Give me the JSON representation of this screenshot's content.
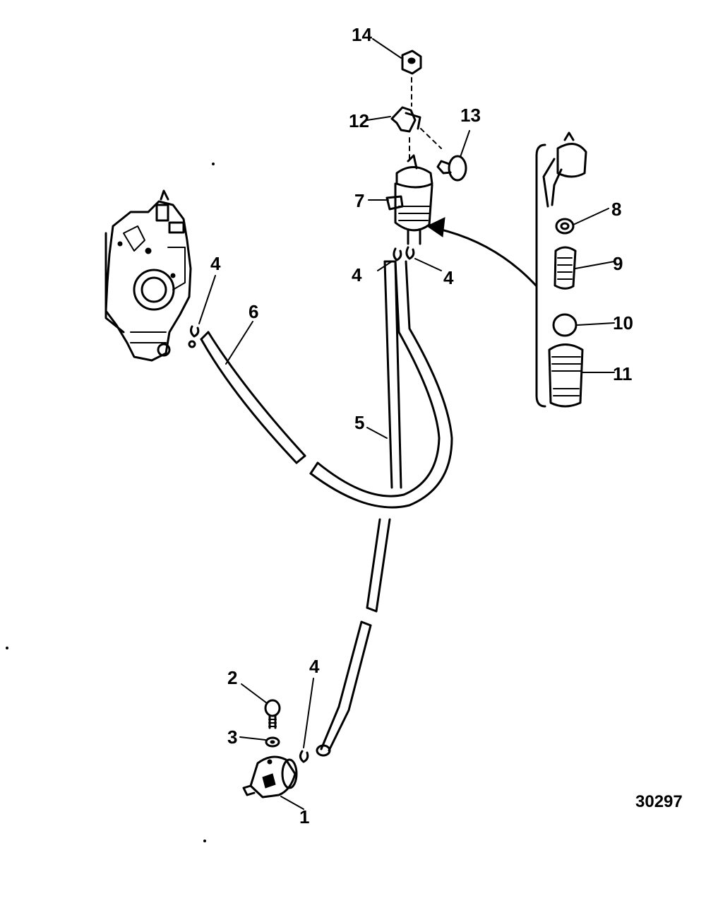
{
  "diagram": {
    "reference_code": "30297",
    "callouts": {
      "p1": "1",
      "p2": "2",
      "p3": "3",
      "p4a": "4",
      "p4b": "4",
      "p4c": "4",
      "p4d": "4",
      "p5": "5",
      "p6": "6",
      "p7": "7",
      "p8": "8",
      "p9": "9",
      "p10": "10",
      "p11": "11",
      "p12": "12",
      "p13": "13",
      "p14": "14"
    },
    "icons": [
      "carburetor",
      "fuel-filter",
      "fuel-pump",
      "fuel-hose",
      "hose-clamp",
      "bracket",
      "nut",
      "screw",
      "washer",
      "filter-element",
      "o-ring",
      "filter-bowl"
    ]
  }
}
